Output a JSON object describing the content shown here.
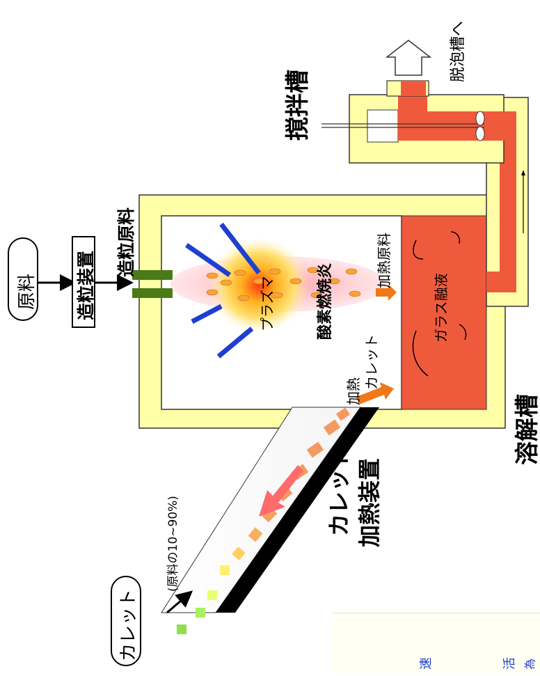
{
  "labels": {
    "raw_material": "原料",
    "granulator": "造粒装置",
    "granulated_material": "造粒原料",
    "plasma": "プラズマ",
    "oxy_flame": "酸素燃焼炎",
    "heated_material": "加熱原料",
    "heated_cullet_1": "加熱",
    "heated_cullet_2": "カレット",
    "glass_melt": "ガラス融液",
    "melting_tank": "溶解槽",
    "stirring_tank": "撹拌槽",
    "to_defoaming": "脱泡槽へ",
    "cullet": "カレット",
    "cullet_ratio": "(原料の10~90%)",
    "cullet_heater_1": "カレット",
    "cullet_heater_2": "加熱装置",
    "bottom_fragment_1": "速",
    "bottom_fragment_2": "活",
    "bottom_fragment_3": "為"
  },
  "colors": {
    "furnace_wall": "#ffffa8",
    "melt": "#f05a3c",
    "nozzle": "#4b7a18",
    "flame_blue": "#1f3fd0",
    "arrow_orange": "#f07818",
    "cullet_belt": "#000000"
  }
}
